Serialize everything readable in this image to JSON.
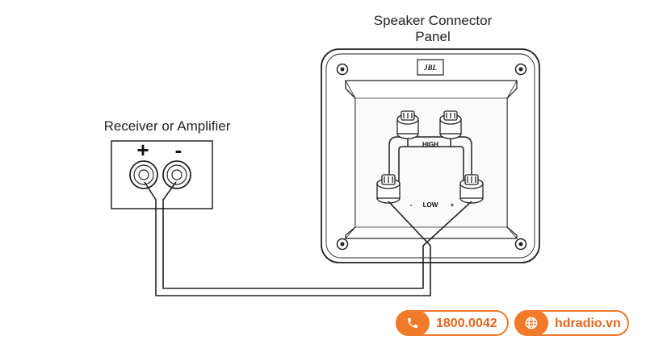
{
  "panel": {
    "title_line1": "Speaker Connector",
    "title_line2": "Panel",
    "logo": "JBL",
    "high_label": "HIGH",
    "low_label": "LOW",
    "minus_label": "-",
    "plus_label": "+"
  },
  "receiver": {
    "title": "Receiver or Amplifier",
    "plus_label": "+",
    "minus_label": "-"
  },
  "contact": {
    "phone": "1800.0042",
    "website": "hdradio.vn",
    "accent_color": "#f07a2a",
    "phone_icon": "phone-icon",
    "web_icon": "globe-icon"
  }
}
